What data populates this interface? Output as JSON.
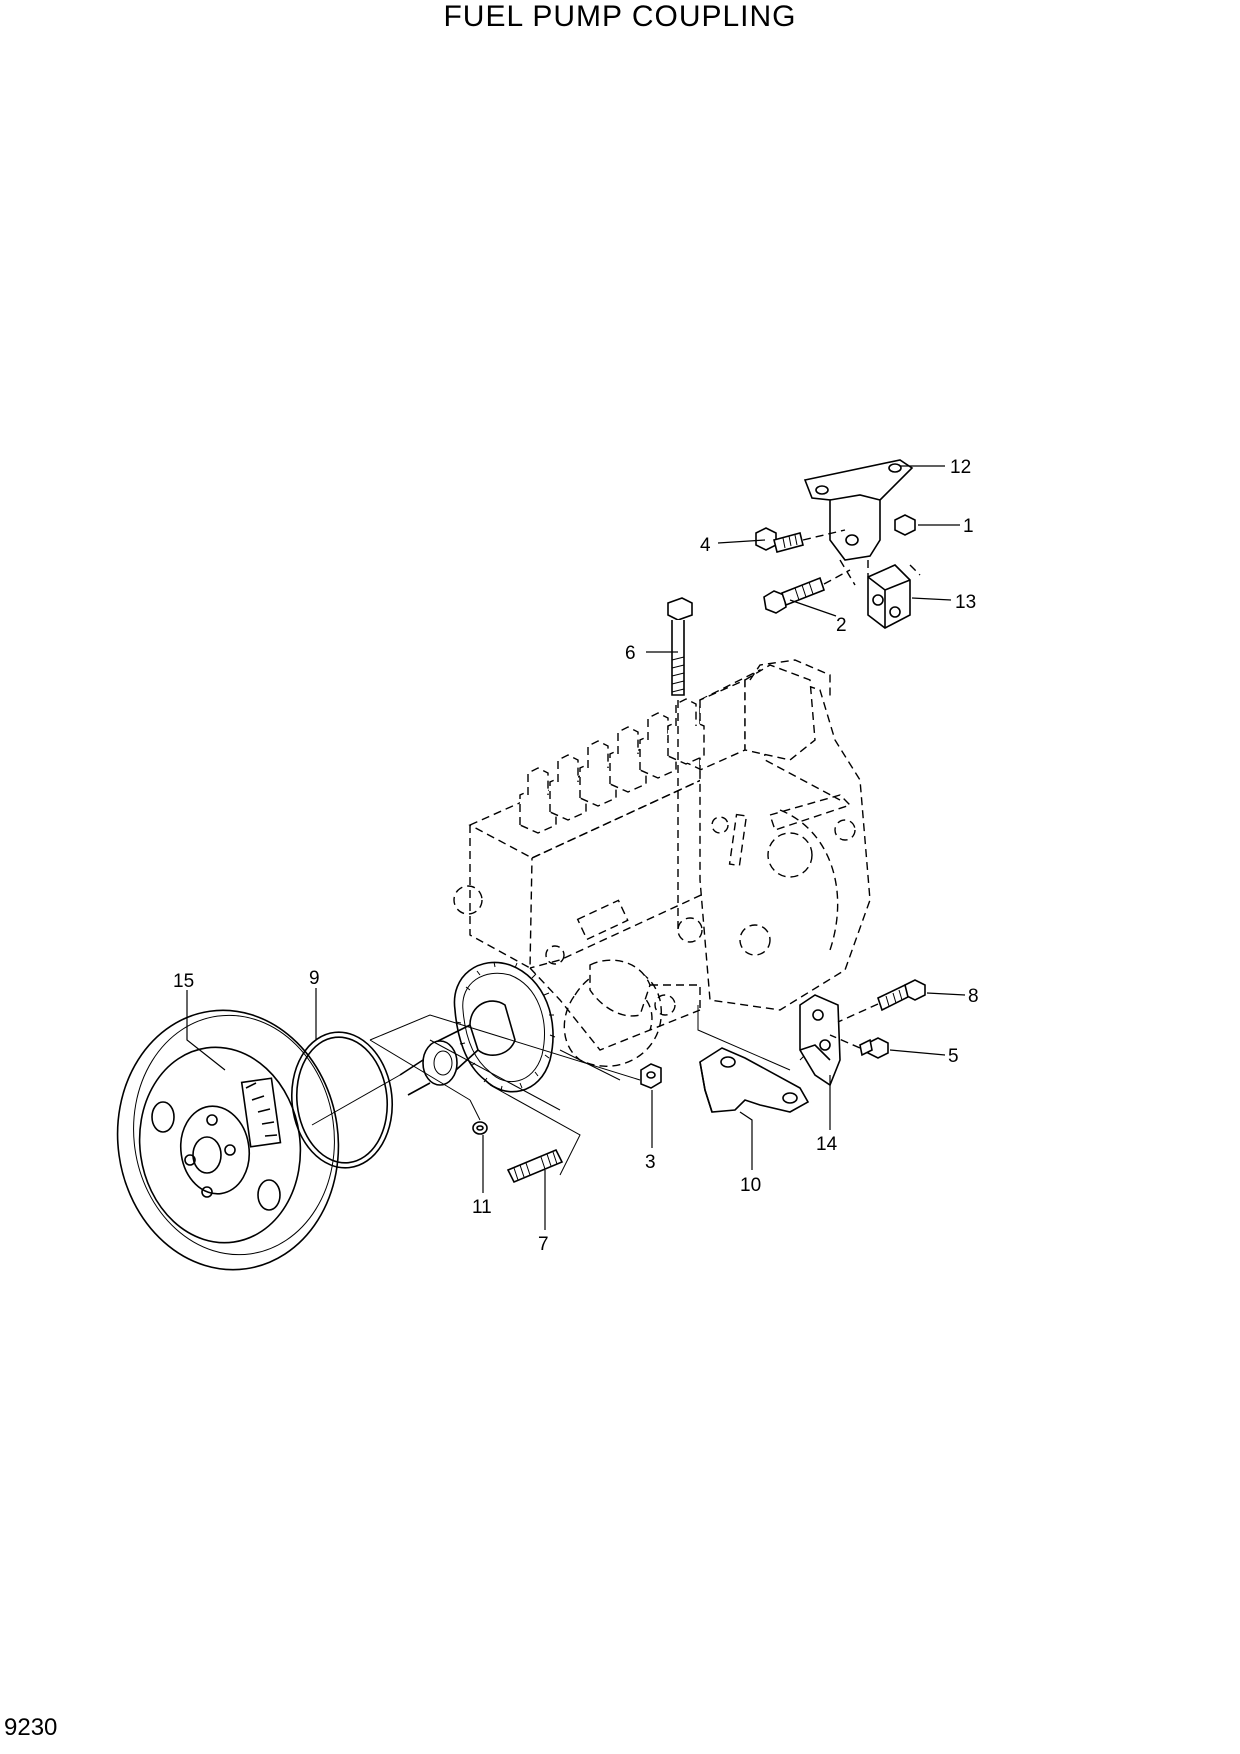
{
  "title": "FUEL PUMP COUPLING",
  "page_number": "9230",
  "callouts": {
    "c1": "1",
    "c2": "2",
    "c3": "3",
    "c4": "4",
    "c5": "5",
    "c6": "6",
    "c7": "7",
    "c8": "8",
    "c9": "9",
    "c10": "10",
    "c11": "11",
    "c12": "12",
    "c13": "13",
    "c14": "14",
    "c15": "15"
  }
}
